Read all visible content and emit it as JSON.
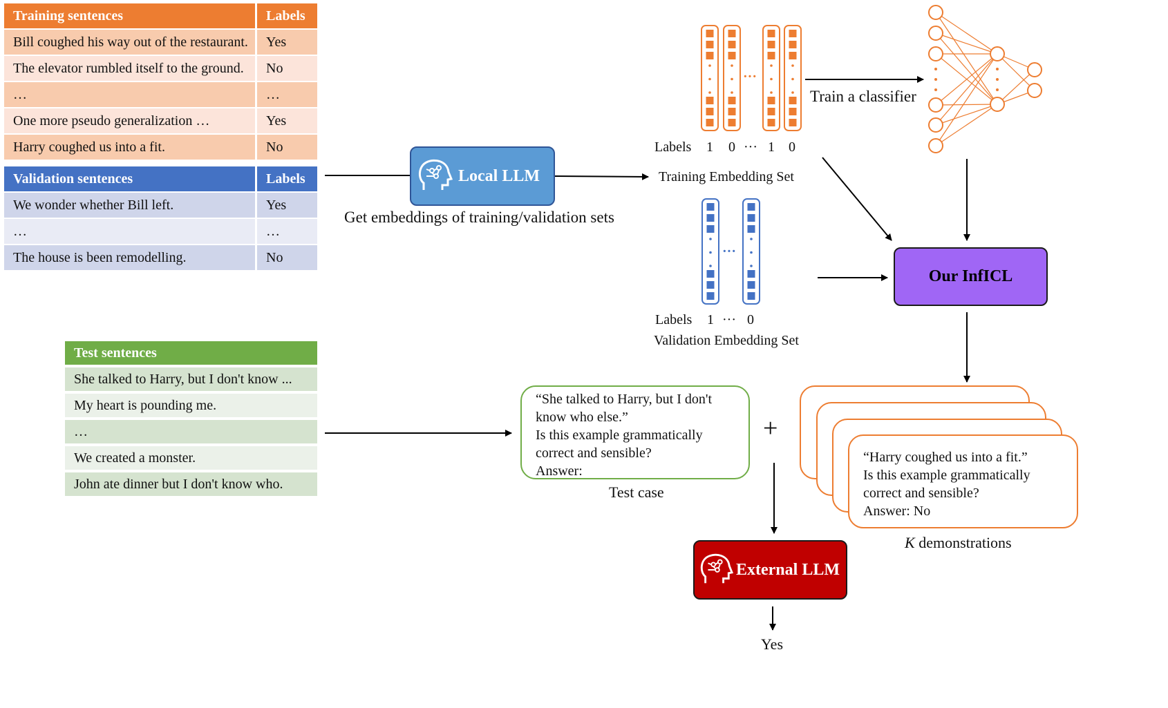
{
  "training_table": {
    "header": {
      "sentence": "Training sentences",
      "label": "Labels"
    },
    "rows": [
      {
        "sentence": "Bill coughed his way out of the restaurant.",
        "label": "Yes"
      },
      {
        "sentence": "The elevator rumbled itself to the ground.",
        "label": "No"
      },
      {
        "sentence": "…",
        "label": "…"
      },
      {
        "sentence": "One more pseudo generalization …",
        "label": "Yes"
      },
      {
        "sentence": "Harry coughed us into a fit.",
        "label": "No"
      }
    ]
  },
  "validation_table": {
    "header": {
      "sentence": "Validation sentences",
      "label": "Labels"
    },
    "rows": [
      {
        "sentence": "We wonder whether Bill left.",
        "label": "Yes"
      },
      {
        "sentence": "…",
        "label": "…"
      },
      {
        "sentence": "The house is been remodelling.",
        "label": "No"
      }
    ]
  },
  "test_table": {
    "header": "Test sentences",
    "rows": [
      "She talked to Harry, but I don't know ...",
      "My heart is pounding me.",
      "…",
      "We created a monster.",
      "John ate dinner but I don't know who."
    ]
  },
  "local_llm": {
    "label": "Local LLM",
    "caption": "Get embeddings of training/validation sets",
    "color": "#5B9BD5"
  },
  "training_embeddings": {
    "labels_title": "Labels",
    "labels": [
      "1",
      "0",
      "···",
      "1",
      "0"
    ],
    "caption": "Training Embedding Set",
    "color": "#ED7D31"
  },
  "validation_embeddings": {
    "labels_title": "Labels",
    "labels": [
      "1",
      "···",
      "0"
    ],
    "caption": "Validation Embedding Set",
    "color": "#4472C4"
  },
  "classifier": {
    "caption": "Train a classifier",
    "color": "#ED7D31"
  },
  "inficl": {
    "label": "Our InfICL",
    "color": "#A066F5"
  },
  "test_case": {
    "lines": [
      "“She talked to Harry, but I don't",
      "know who else.”",
      "Is this example grammatically",
      "correct and sensible?",
      "Answer:"
    ],
    "caption": "Test case",
    "border_color": "#70AD47"
  },
  "plus_sign": "+",
  "demonstrations": {
    "lines": [
      "“Harry coughed us into a fit.”",
      "Is this example grammatically",
      "correct and sensible?",
      "Answer: No"
    ],
    "caption_k": "K",
    "caption_rest": " demonstrations",
    "border_color": "#ED7D31"
  },
  "external_llm": {
    "label": "External LLM",
    "color": "#C00000"
  },
  "final_answer": "Yes",
  "embedding_ellipsis": "···"
}
